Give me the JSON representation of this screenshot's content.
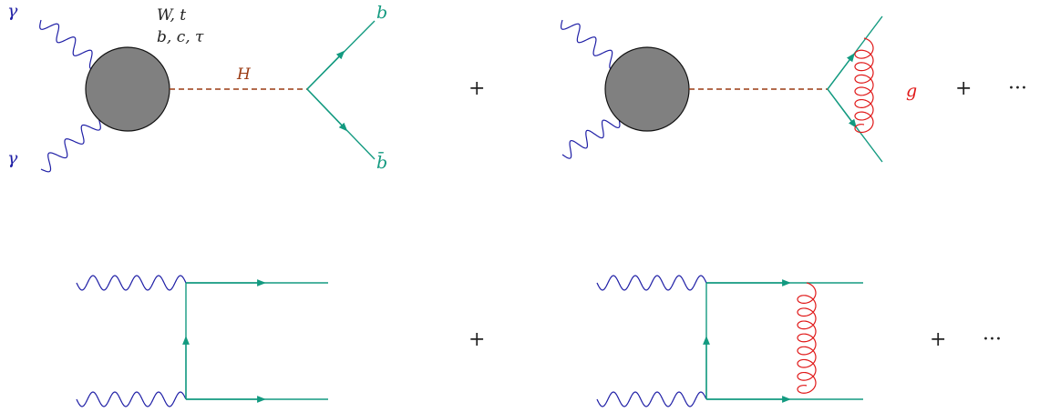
{
  "colors": {
    "photon": "#1f1fa6",
    "fermion": "#139a80",
    "higgs": "#9a3a12",
    "gluon": "#e01818",
    "blob_fill": "#808080",
    "text": "#222222"
  },
  "diagram1": {
    "photon_top_label": "γ",
    "photon_bottom_label": "γ",
    "loop_label_line1": "W, t",
    "loop_label_line2": "b, c, τ",
    "higgs_label": "H",
    "quark_label": "b",
    "antiquark_label": "b̄"
  },
  "diagram2": {
    "gluon_label": "g"
  },
  "operators": {
    "plus": "+",
    "ellipsis": "···"
  }
}
